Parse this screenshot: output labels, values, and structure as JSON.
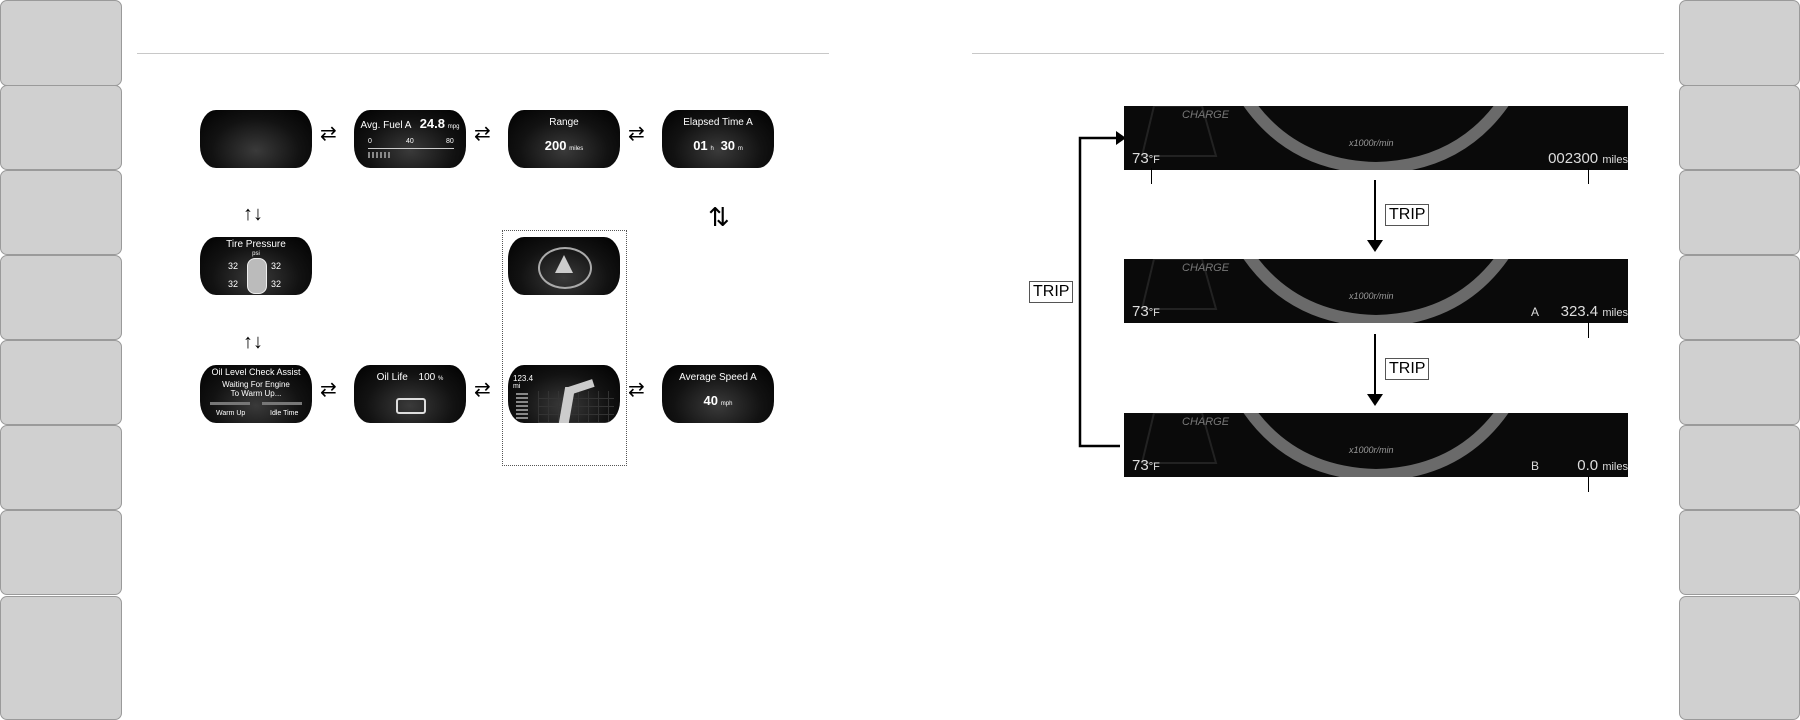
{
  "left_diagram": {
    "avg_fuel": {
      "label": "Avg. Fuel A",
      "value": "24.8",
      "unit": "mpg",
      "scale": [
        "0",
        "40",
        "80"
      ]
    },
    "range": {
      "label": "Range",
      "value": "200",
      "unit": "miles"
    },
    "elapsed": {
      "label": "Elapsed Time A",
      "hours": "01",
      "h_unit": "h",
      "minutes": "30",
      "m_unit": "m"
    },
    "tire": {
      "label": "Tire Pressure",
      "unit": "psi",
      "fl": "32",
      "fr": "32",
      "rl": "32",
      "rr": "32"
    },
    "oil_check": {
      "label": "Oil Level Check Assist",
      "line1": "Waiting For Engine",
      "line2": "To Warm Up...",
      "left_label": "Warm Up",
      "right_label": "Idle Time"
    },
    "oil_life": {
      "label": "Oil Life",
      "value": "100",
      "unit": "%"
    },
    "nav": {
      "distance": "123.4",
      "unit": "mi"
    },
    "avg_speed": {
      "label": "Average Speed A",
      "value": "40",
      "unit": "mph"
    }
  },
  "right_diagram": {
    "trip_label": "TRIP",
    "strips": [
      {
        "charge": "CHARGE",
        "rpm": "x1000r/min",
        "temp": "73",
        "temp_unit": "°F",
        "trip": "",
        "odo": "002300",
        "odo_unit": "miles"
      },
      {
        "charge": "CHARGE",
        "rpm": "x1000r/min",
        "temp": "73",
        "temp_unit": "°F",
        "trip": "A",
        "odo": "323.4",
        "odo_unit": "miles"
      },
      {
        "charge": "CHARGE",
        "rpm": "x1000r/min",
        "temp": "73",
        "temp_unit": "°F",
        "trip": "B",
        "odo": "0.0",
        "odo_unit": "miles"
      }
    ]
  }
}
